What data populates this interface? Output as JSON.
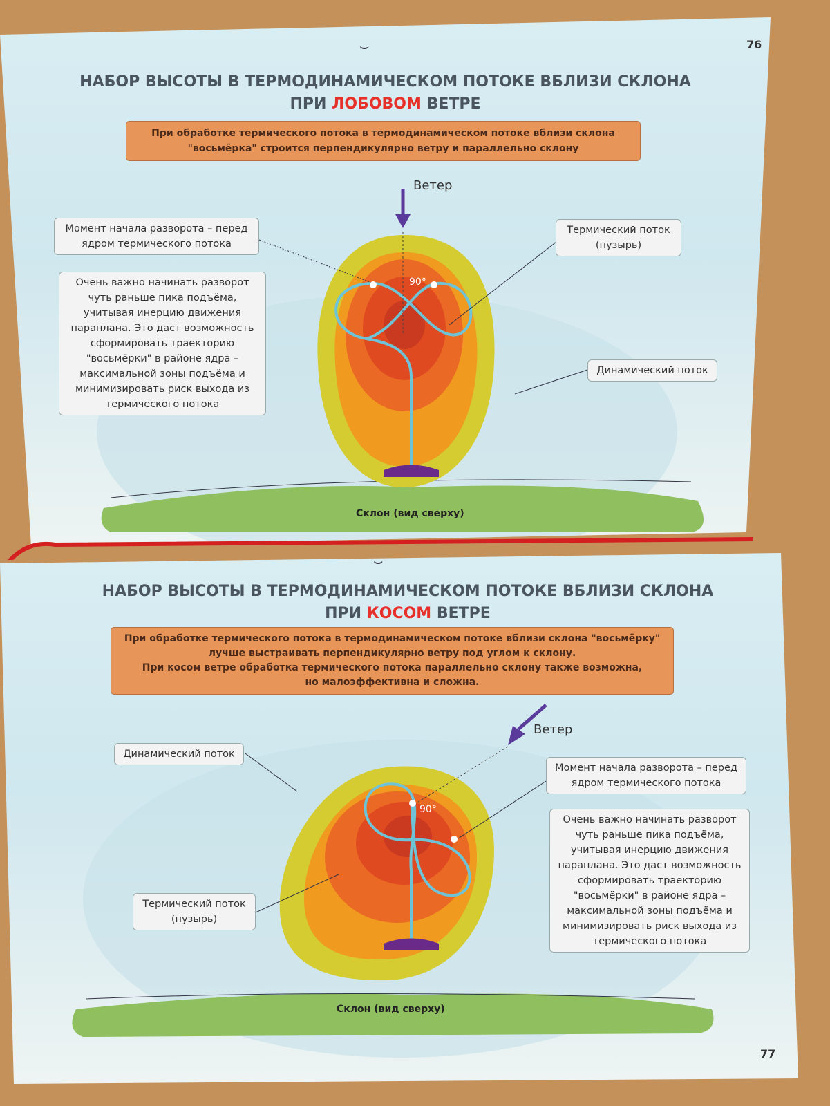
{
  "page_top": {
    "page_number": "76",
    "title_line1": "НАБОР ВЫСОТЫ В ТЕРМОДИНАМИЧЕСКОМ ПОТОКЕ ВБЛИЗИ СКЛОНА",
    "title_pre": "ПРИ",
    "title_highlight": "ЛОБОВОМ",
    "title_post": "ВЕТРЕ",
    "note_line1": "При обработке термического потока в термодинамическом потоке вблизи склона",
    "note_line2": "\"восьмёрка\" строится перпендикулярно ветру и параллельно склону",
    "wind_label": "Ветер",
    "turn_start": "Момент начала разворота – перед ядром термического потока",
    "explanation": "Очень важно начинать разворот чуть раньше пика подъёма, учитывая инерцию движения параплана. Это даст возможность сформировать траекторию \"восьмёрки\" в районе ядра – максимальной зоны подъёма и минимизировать риск выхода из термического потока",
    "thermal": "Термический поток (пузырь)",
    "dynamic": "Динамический поток",
    "angle": "90°",
    "slope": "Склон (вид сверху)"
  },
  "page_bottom": {
    "page_number": "77",
    "title_line1": "НАБОР ВЫСОТЫ В ТЕРМОДИНАМИЧЕСКОМ ПОТОКЕ ВБЛИЗИ СКЛОНА",
    "title_pre": "ПРИ",
    "title_highlight": "КОСОМ",
    "title_post": "ВЕТРЕ",
    "note_line1": "При обработке термического потока в термодинамическом потоке вблизи склона \"восьмёрку\"",
    "note_line2": "лучше выстраивать перпендикулярно ветру под углом к склону.",
    "note_line3": "При косом ветре обработка термического потока параллельно склону также возможна,",
    "note_line4": "но малоэффективна и сложна.",
    "wind_label": "Ветер",
    "turn_start": "Момент начала разворота – перед ядром термического потока",
    "explanation": "Очень важно начинать разворот чуть раньше пика подъёма, учитывая инерцию движения параплана. Это даст возможность сформировать траекторию \"восьмёрки\" в районе ядра – максимальной зоны подъёма и минимизировать риск выхода из термического потока",
    "thermal": "Термический поток (пузырь)",
    "dynamic": "Динамический поток",
    "angle": "90°",
    "slope": "Склон (вид сверху)"
  },
  "colors": {
    "accent_red": "#e8302a",
    "note_bg": "#e8955a",
    "trajectory": "#6ec3d6",
    "wind_arrow": "#5a3a9a"
  }
}
